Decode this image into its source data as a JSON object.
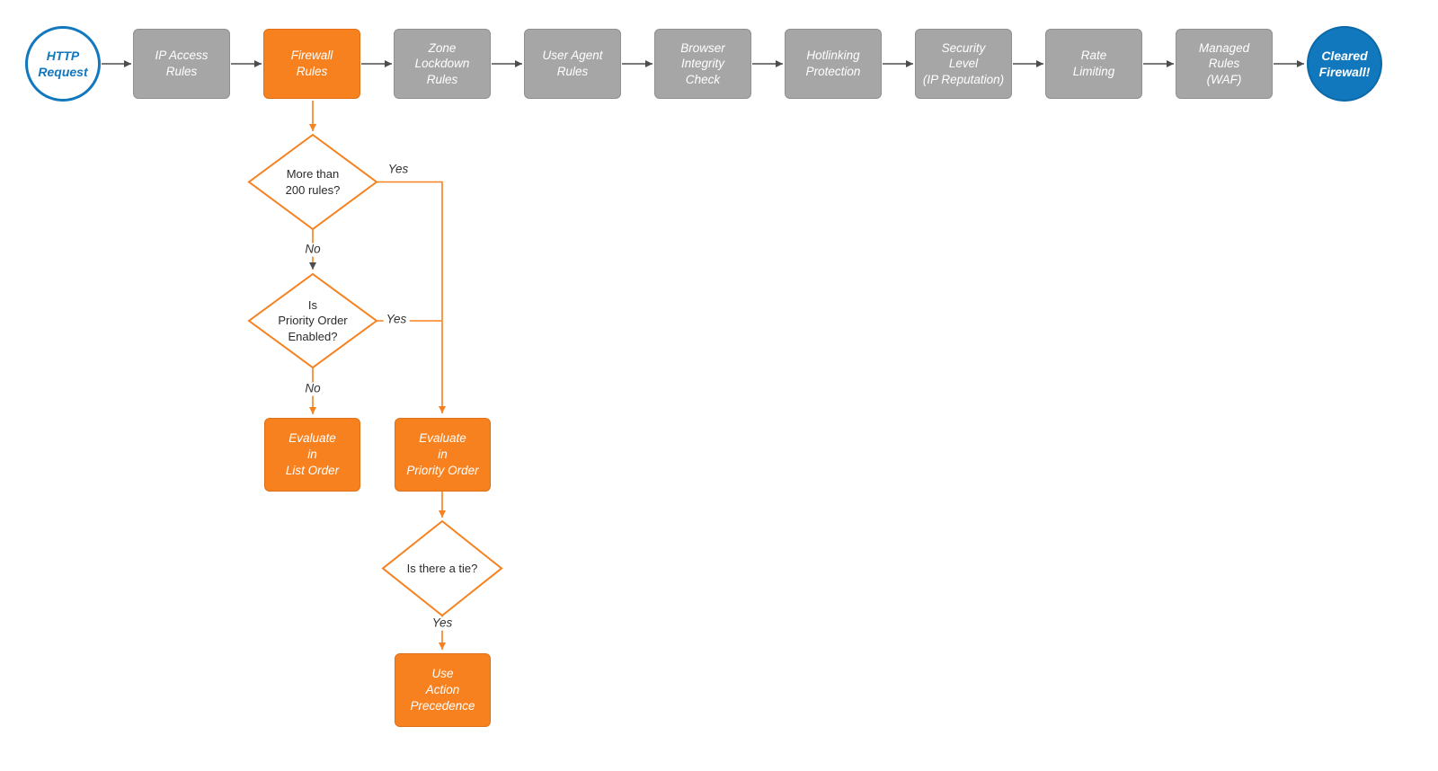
{
  "colors": {
    "orange": "#F7811F",
    "gray": "#A6A6A6",
    "blue": "#1178BE",
    "arrow": "#4D4D4D"
  },
  "chain": [
    {
      "id": "http-request",
      "label": "HTTP\nRequest"
    },
    {
      "id": "ip-access-rules",
      "label": "IP Access\nRules"
    },
    {
      "id": "firewall-rules",
      "label": "Firewall\nRules"
    },
    {
      "id": "zone-lockdown-rules",
      "label": "Zone\nLockdown\nRules"
    },
    {
      "id": "user-agent-rules",
      "label": "User Agent\nRules"
    },
    {
      "id": "browser-integrity-check",
      "label": "Browser\nIntegrity\nCheck"
    },
    {
      "id": "hotlinking-protection",
      "label": "Hotlinking\nProtection"
    },
    {
      "id": "security-level",
      "label": "Security\nLevel\n(IP Reputation)"
    },
    {
      "id": "rate-limiting",
      "label": "Rate\nLimiting"
    },
    {
      "id": "managed-rules-waf",
      "label": "Managed\nRules\n(WAF)"
    },
    {
      "id": "cleared-firewall",
      "label": "Cleared\nFirewall!"
    }
  ],
  "decisions": [
    {
      "id": "more-than-200-rules",
      "label": "More than\n200 rules?"
    },
    {
      "id": "priority-order-enabled",
      "label": "Is\nPriority Order\nEnabled?"
    },
    {
      "id": "is-there-a-tie",
      "label": "Is there a tie?"
    }
  ],
  "actions": [
    {
      "id": "evaluate-in-list-order",
      "label": "Evaluate\nin\nList Order"
    },
    {
      "id": "evaluate-in-priority-order",
      "label": "Evaluate\nin\nPriority Order"
    },
    {
      "id": "use-action-precedence",
      "label": "Use\nAction\nPrecedence"
    }
  ],
  "edges": {
    "d1_yes": "Yes",
    "d1_no": "No",
    "d2_yes": "Yes",
    "d2_no": "No",
    "d3_yes": "Yes"
  }
}
